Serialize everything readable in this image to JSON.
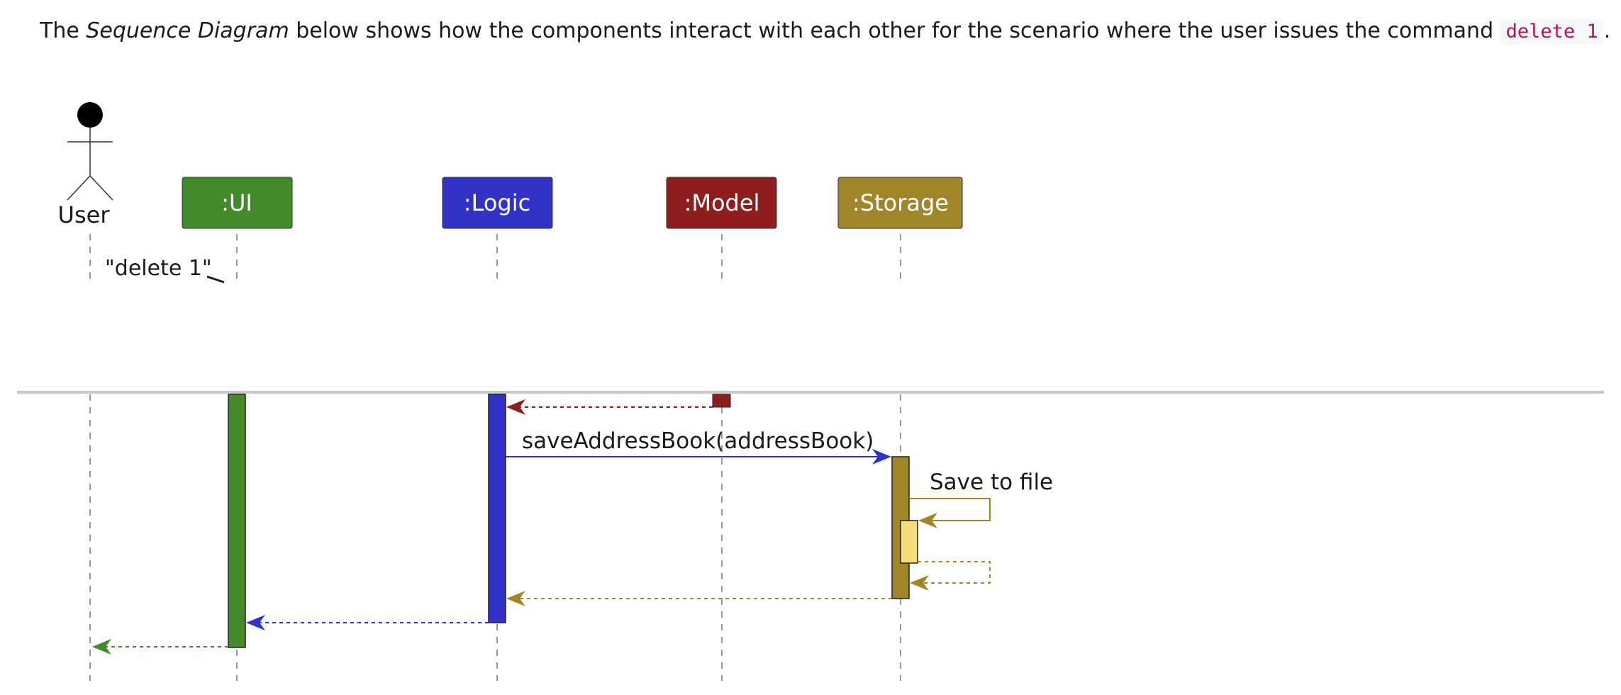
{
  "intro": {
    "before": "The ",
    "emphasis": "Sequence Diagram",
    "middle": " below shows how the components interact with each other for the scenario where the user issues the command ",
    "code": "delete 1",
    "after": "."
  },
  "diagram": {
    "actor": "User",
    "participants": [
      {
        "label": ":UI",
        "color": "#428a2a"
      },
      {
        "label": ":Logic",
        "color": "#3232c8"
      },
      {
        "label": ":Model",
        "color": "#8f1d1d"
      },
      {
        "label": ":Storage",
        "color": "#a08628"
      }
    ],
    "messages": {
      "user_command": "\"delete 1\"",
      "save_call": "saveAddressBook(addressBook)",
      "self_call": "Save to file"
    },
    "colors": {
      "ui": "#428a2a",
      "logic": "#3232c8",
      "model": "#8f1d1d",
      "storage": "#a08628",
      "storage_nested": "#f7dc79",
      "divider": "#c8c8c8"
    }
  }
}
